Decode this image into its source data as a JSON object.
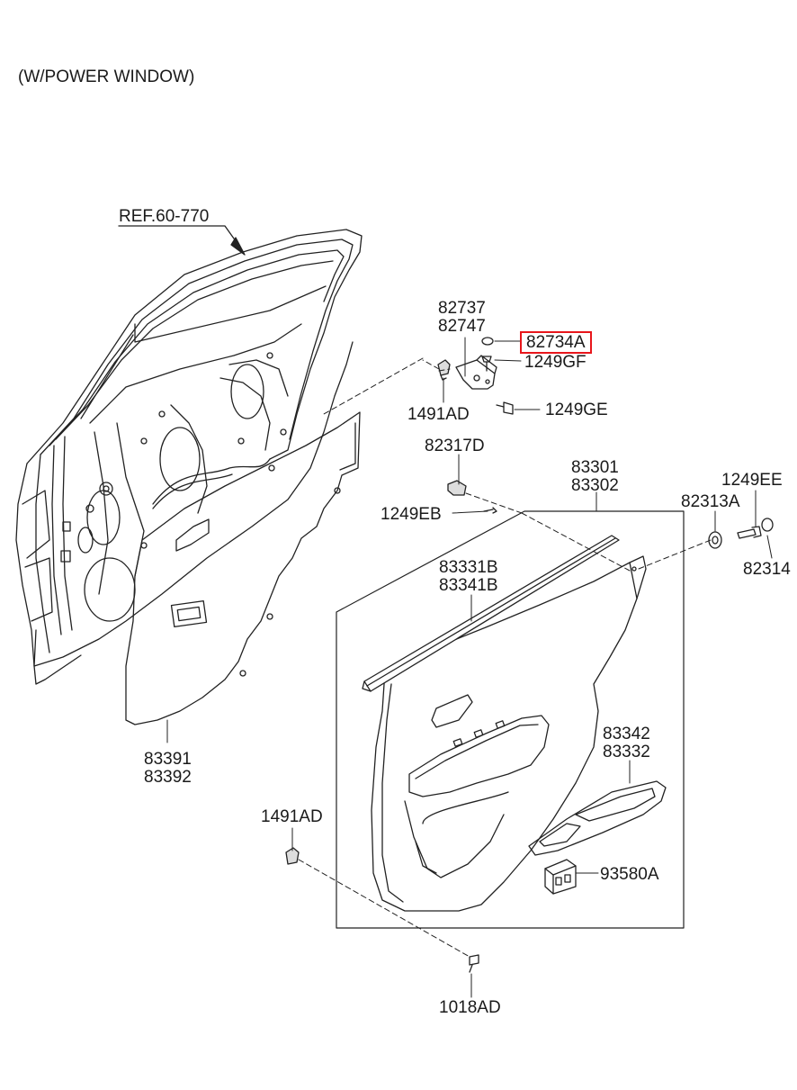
{
  "header": {
    "title": "(W/POWER WINDOW)"
  },
  "reference": {
    "label": "REF.60-770"
  },
  "highlight_color": "#e8161b",
  "parts": {
    "p82737": "82737",
    "p82747": "82747",
    "p82734a": "82734A",
    "p1249gf": "1249GF",
    "p1491ad_upper": "1491AD",
    "p1249ge": "1249GE",
    "p82317d": "82317D",
    "p83301": "83301",
    "p83302": "83302",
    "p1249ee": "1249EE",
    "p82313a": "82313A",
    "p1249eb": "1249EB",
    "p82314": "82314",
    "p83331b": "83331B",
    "p83341b": "83341B",
    "p83391": "83391",
    "p83392": "83392",
    "p83342": "83342",
    "p83332": "83332",
    "p1491ad_lower": "1491AD",
    "p93580a": "93580A",
    "p1018ad": "1018AD"
  }
}
